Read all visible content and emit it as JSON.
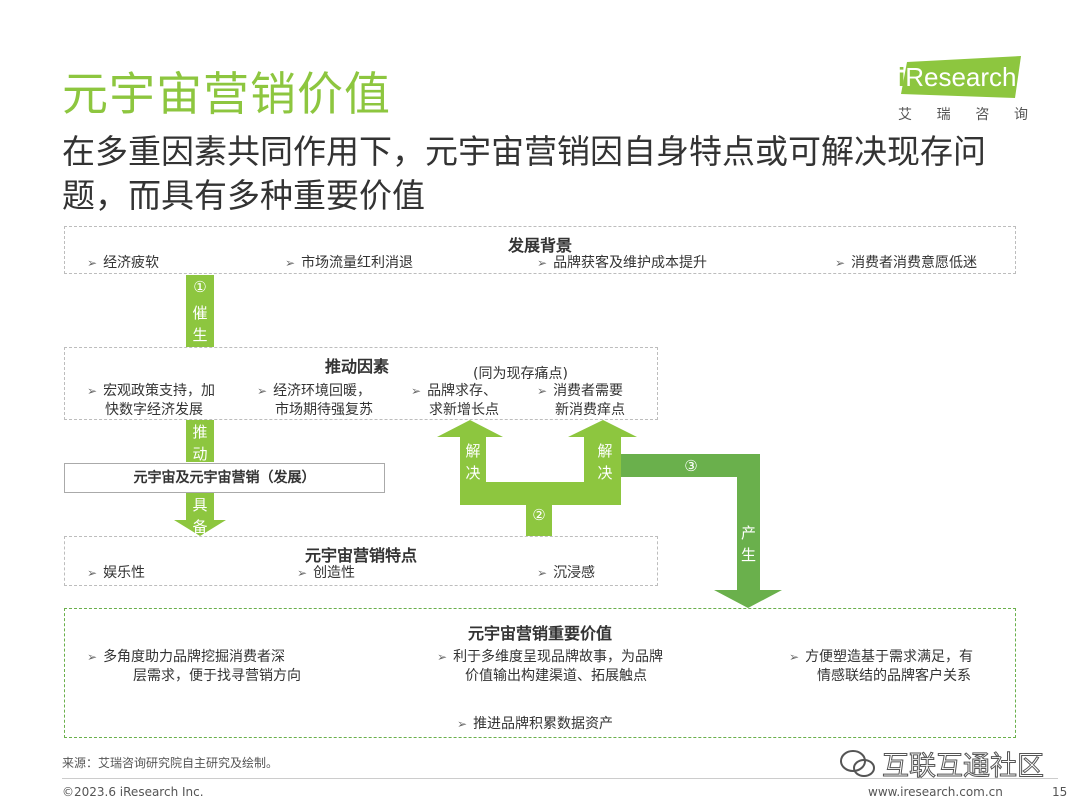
{
  "title": "元宇宙营销价值",
  "subtitle": "在多重因素共同作用下，元宇宙营销因自身特点或可解决现存问题，而具有多种重要价值",
  "logo": {
    "text": "iResearch",
    "cn": [
      "艾",
      "瑞",
      "咨",
      "询"
    ]
  },
  "colors": {
    "accent": "#8dc63f",
    "dark_green": "#6ab04c"
  },
  "diagram": {
    "background": {
      "header": "发展背景",
      "items": [
        "经济疲软",
        "市场流量红利消退",
        "品牌获客及维护成本提升",
        "消费者消费意愿低迷"
      ]
    },
    "arrow1": {
      "num": "①",
      "label1": "催",
      "label2": "生"
    },
    "drivers": {
      "header": "推动因素",
      "note": "(同为现存痛点)",
      "items": [
        [
          "宏观政策支持，加",
          "快数字经济发展"
        ],
        [
          "经济环境回暖，",
          "市场期待强复苏"
        ],
        [
          "品牌求存、",
          "求新增长点"
        ],
        [
          "消费者需要",
          "新消费痒点"
        ]
      ]
    },
    "arrow_push": {
      "label1": "推",
      "label2": "动"
    },
    "metaverse_box": "元宇宙及元宇宙营销（发展）",
    "arrow_have": {
      "label1": "具",
      "label2": "备"
    },
    "features": {
      "header": "元宇宙营销特点",
      "items": [
        "娱乐性",
        "创造性",
        "沉浸感"
      ]
    },
    "solve_left": {
      "label1": "解",
      "label2": "决"
    },
    "solve_right": {
      "label1": "解",
      "label2": "决"
    },
    "arrow2_num": "②",
    "arrow3": {
      "num": "③",
      "label1": "产",
      "label2": "生"
    },
    "values": {
      "header": "元宇宙营销重要价值",
      "items": [
        [
          "多角度助力品牌挖掘消费者深",
          "层需求，便于找寻营销方向"
        ],
        [
          "利于多维度呈现品牌故事，为品牌",
          "价值输出构建渠道、拓展触点"
        ],
        [
          "方便塑造基于需求满足，有",
          "情感联结的品牌客户关系"
        ]
      ],
      "bottom_item": "推进品牌积累数据资产"
    }
  },
  "footer": {
    "source": "来源：艾瑞咨询研究院自主研究及绘制。",
    "copyright": "©2023.6 iResearch Inc.",
    "website": "www.iresearch.com.cn",
    "page": "15",
    "watermark": "互联互通社区"
  }
}
